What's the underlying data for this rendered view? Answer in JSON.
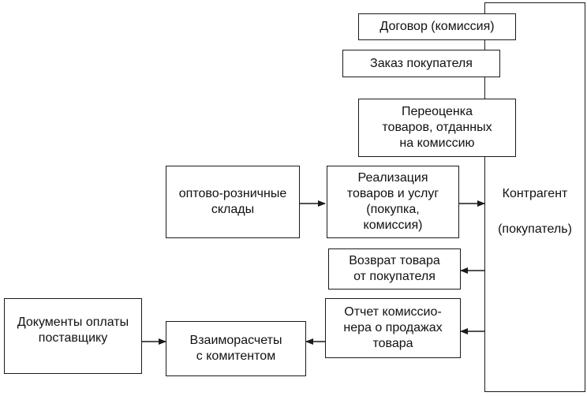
{
  "boxes": {
    "contract": "Договор (комиссия)",
    "customer_order": "Заказ покупателя",
    "revaluation": "Переоценка\nтоваров, отданных\nна комиссию",
    "warehouses": "оптово-розничные\nсклады",
    "sales": "Реализация\nтоваров и услуг\n(покупка,\nкомиссия)",
    "return": "Возврат товара\nот покупателя",
    "commission_report": "Отчет комиссио-\nнера о продажах\nтовара",
    "supplier_payment_docs": "Документы оплаты\nпоставщику",
    "settlements": "Взаиморасчеты\nс комитентом"
  },
  "contractor": {
    "title": "Контрагент",
    "subtitle": "(покупатель)"
  },
  "colors": {
    "line": "#1a1a1a",
    "background": "#ffffff"
  }
}
